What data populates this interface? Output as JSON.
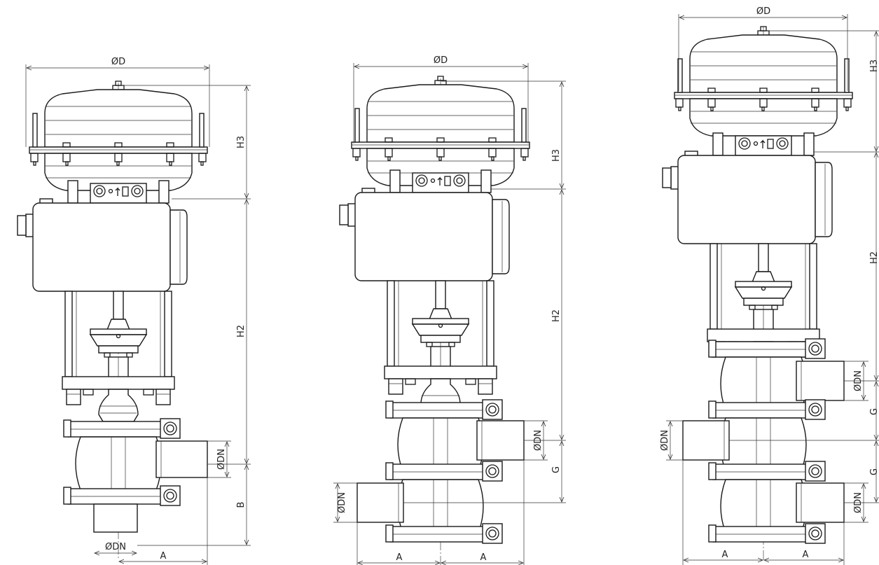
{
  "views": [
    {
      "id": "left",
      "dims": {
        "diameter_top": "ØD",
        "height_upper": "H3",
        "height_middle": "H2",
        "height_lower": "B",
        "port_side": "ØDN",
        "port_bottom": "ØDN",
        "width_bottom": "A"
      }
    },
    {
      "id": "middle",
      "dims": {
        "diameter_top": "ØD",
        "height_upper": "H3",
        "height_middle": "H2",
        "height_lower": "G",
        "port_right": "ØDN",
        "port_left": "ØDN",
        "width_left": "A",
        "width_right": "A"
      }
    },
    {
      "id": "right",
      "dims": {
        "diameter_top": "ØD",
        "height_upper": "H3",
        "height_middle": "H2",
        "height_g1": "G",
        "height_g2": "G",
        "port_right_top": "ØDN",
        "port_left": "ØDN",
        "port_right_bottom": "ØDN",
        "width_left": "A",
        "width_right": "A"
      }
    }
  ]
}
